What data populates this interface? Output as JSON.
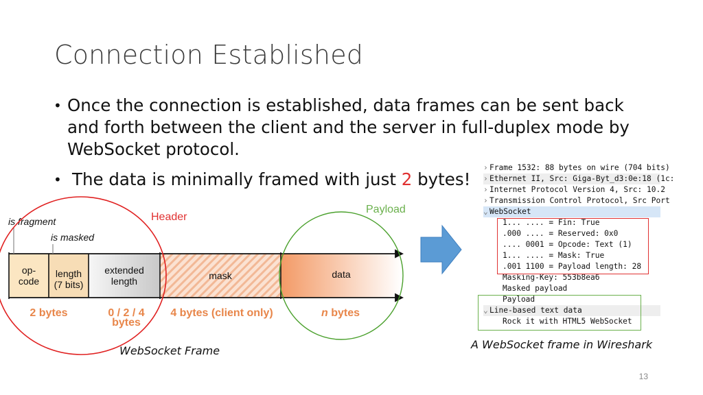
{
  "slide": {
    "title": "Connection Established",
    "bullet1": "Once the connection is established, data frames can be sent back and forth between the client and the server in full-duplex mode by WebSocket protocol.",
    "bullet2_pre": "The data is minimally framed with just ",
    "bullet2_num": "2",
    "bullet2_post": " bytes!",
    "slide_number": "13"
  },
  "frame_diagram": {
    "header_label": "Header",
    "payload_label": "Payload",
    "is_fragment": "is fragment",
    "is_masked": "is masked",
    "fields": {
      "opcode_1": "op-",
      "opcode_2": "code",
      "length_1": "length",
      "length_2": "(7 bits)",
      "ext_1": "extended",
      "ext_2": "length",
      "mask": "mask",
      "data": "data"
    },
    "sizes": {
      "two_bytes": "2 bytes",
      "ext_1": "0 / 2 / 4",
      "ext_2": "bytes",
      "mask": "4 bytes (client only)",
      "n": "n",
      "data_suffix": " bytes"
    },
    "caption": "WebSocket Frame",
    "colors": {
      "header_circle": "#e02020",
      "payload_circle": "#4aa02c",
      "arrow": "#5b9bd5",
      "data_orange": "#f4a070"
    }
  },
  "wireshark": {
    "caption": "A WebSocket frame in Wireshark",
    "rows": [
      {
        "chev": "›",
        "text": "Frame 1532: 88 bytes on wire (704 bits)"
      },
      {
        "chev": "›",
        "text": "Ethernet II, Src: Giga-Byt_d3:0e:18 (1c:"
      },
      {
        "chev": "›",
        "text": "Internet Protocol Version 4, Src: 10.2"
      },
      {
        "chev": "›",
        "text": "Transmission Control Protocol, Src Port"
      },
      {
        "chev": "⌄",
        "text": "WebSocket"
      },
      {
        "chev": "",
        "text": "1... .... = Fin: True"
      },
      {
        "chev": "",
        "text": ".000 .... = Reserved: 0x0"
      },
      {
        "chev": "",
        "text": ".... 0001 = Opcode: Text (1)"
      },
      {
        "chev": "",
        "text": "1... .... = Mask: True"
      },
      {
        "chev": "",
        "text": ".001 1100 = Payload length: 28"
      },
      {
        "chev": "",
        "text": "Masking-Key: 553b8ea6"
      },
      {
        "chev": "",
        "text": "Masked payload"
      },
      {
        "chev": "",
        "text": "Payload"
      },
      {
        "chev": "⌄",
        "text": "Line-based text data"
      },
      {
        "chev": "",
        "text": "Rock it with HTML5 WebSocket"
      }
    ],
    "colors": {
      "header_box": "#e03030",
      "payload_box": "#6ab04c",
      "selected_row": "#d6e6f7"
    }
  }
}
